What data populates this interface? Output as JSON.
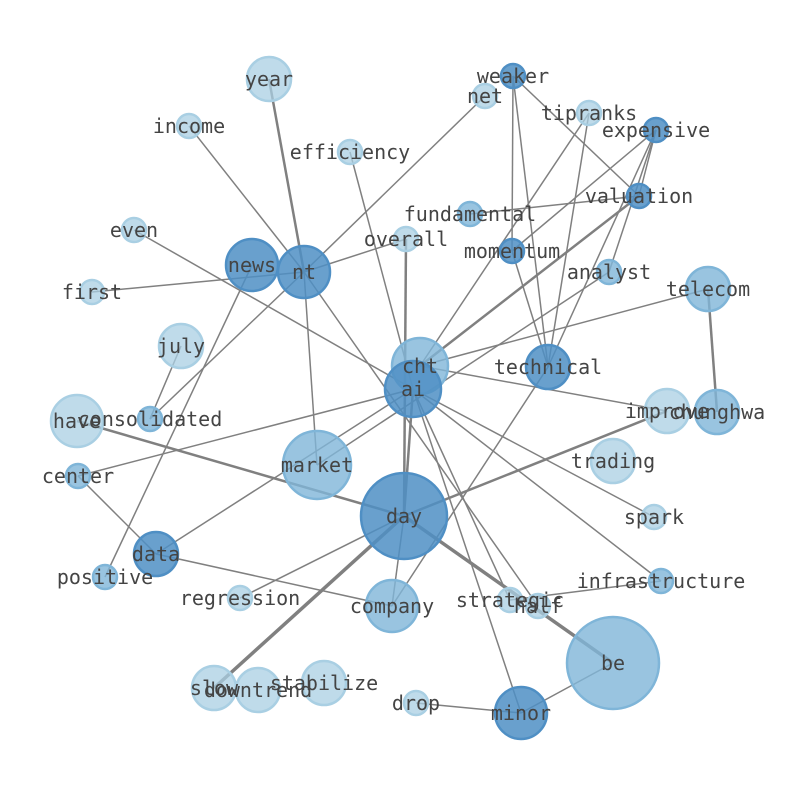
{
  "colors": {
    "edge": "#808080",
    "label": "#444444",
    "shades": {
      "light": "#a9cfe3",
      "mid": "#7fb5d8",
      "dark": "#4f8fc4"
    }
  },
  "nodes": [
    {
      "id": "year",
      "label": "year",
      "weight": 2,
      "shade": "light"
    },
    {
      "id": "weaker",
      "label": "weaker",
      "weight": 1,
      "shade": "dark"
    },
    {
      "id": "net",
      "label": "net",
      "weight": 1,
      "shade": "light"
    },
    {
      "id": "tipranks",
      "label": "tipranks",
      "weight": 1,
      "shade": "light"
    },
    {
      "id": "expensive",
      "label": "expensive",
      "weight": 1,
      "shade": "dark"
    },
    {
      "id": "income",
      "label": "income",
      "weight": 1,
      "shade": "light"
    },
    {
      "id": "efficiency",
      "label": "efficiency",
      "weight": 1,
      "shade": "light"
    },
    {
      "id": "valuation",
      "label": "valuation",
      "weight": 1,
      "shade": "dark"
    },
    {
      "id": "fundamental",
      "label": "fundamental",
      "weight": 1,
      "shade": "mid"
    },
    {
      "id": "even",
      "label": "even",
      "weight": 1,
      "shade": "light"
    },
    {
      "id": "overall",
      "label": "overall",
      "weight": 1,
      "shade": "light"
    },
    {
      "id": "momentum",
      "label": "momentum",
      "weight": 1,
      "shade": "dark"
    },
    {
      "id": "news",
      "label": "news",
      "weight": 3,
      "shade": "dark"
    },
    {
      "id": "nt",
      "label": "nt",
      "weight": 3,
      "shade": "dark"
    },
    {
      "id": "analyst",
      "label": "analyst",
      "weight": 1,
      "shade": "mid"
    },
    {
      "id": "telecom",
      "label": "telecom",
      "weight": 2,
      "shade": "mid"
    },
    {
      "id": "first",
      "label": "first",
      "weight": 1,
      "shade": "light"
    },
    {
      "id": "july",
      "label": "july",
      "weight": 2,
      "shade": "light"
    },
    {
      "id": "cht",
      "label": "cht",
      "weight": 4,
      "shade": "mid"
    },
    {
      "id": "ai",
      "label": "ai",
      "weight": 4,
      "shade": "dark"
    },
    {
      "id": "technical",
      "label": "technical",
      "weight": 2,
      "shade": "dark"
    },
    {
      "id": "have",
      "label": "have",
      "weight": 3,
      "shade": "light"
    },
    {
      "id": "consolidated",
      "label": "consolidated",
      "weight": 1,
      "shade": "mid"
    },
    {
      "id": "improve",
      "label": "improve",
      "weight": 2,
      "shade": "light"
    },
    {
      "id": "chunghwa",
      "label": "chunghwa",
      "weight": 2,
      "shade": "mid"
    },
    {
      "id": "center",
      "label": "center",
      "weight": 1,
      "shade": "mid"
    },
    {
      "id": "market",
      "label": "market",
      "weight": 6,
      "shade": "mid"
    },
    {
      "id": "trading",
      "label": "trading",
      "weight": 2,
      "shade": "light"
    },
    {
      "id": "day",
      "label": "day",
      "weight": 9,
      "shade": "dark"
    },
    {
      "id": "spark",
      "label": "spark",
      "weight": 1,
      "shade": "light"
    },
    {
      "id": "data",
      "label": "data",
      "weight": 2,
      "shade": "dark"
    },
    {
      "id": "positive",
      "label": "positive",
      "weight": 1,
      "shade": "mid"
    },
    {
      "id": "infrastructure",
      "label": "infrastructure",
      "weight": 1,
      "shade": "mid"
    },
    {
      "id": "regression",
      "label": "regression",
      "weight": 1,
      "shade": "light"
    },
    {
      "id": "company",
      "label": "company",
      "weight": 3,
      "shade": "mid"
    },
    {
      "id": "strategic",
      "label": "strategic",
      "weight": 1,
      "shade": "light"
    },
    {
      "id": "half",
      "label": "half",
      "weight": 1,
      "shade": "light"
    },
    {
      "id": "be",
      "label": "be",
      "weight": 10,
      "shade": "mid"
    },
    {
      "id": "slow",
      "label": "slow",
      "weight": 2,
      "shade": "light"
    },
    {
      "id": "downtrend",
      "label": "downtrend",
      "weight": 2,
      "shade": "light"
    },
    {
      "id": "stabilize",
      "label": "stabilize",
      "weight": 2,
      "shade": "light"
    },
    {
      "id": "drop",
      "label": "drop",
      "weight": 1,
      "shade": "light"
    },
    {
      "id": "minor",
      "label": "minor",
      "weight": 3,
      "shade": "dark"
    }
  ],
  "edges": [
    {
      "source": "year",
      "target": "nt",
      "strength": 2
    },
    {
      "source": "income",
      "target": "nt",
      "strength": 1
    },
    {
      "source": "nt",
      "target": "net",
      "strength": 1
    },
    {
      "source": "nt",
      "target": "first",
      "strength": 1
    },
    {
      "source": "nt",
      "target": "overall",
      "strength": 1
    },
    {
      "source": "nt",
      "target": "market",
      "strength": 1
    },
    {
      "source": "nt",
      "target": "half",
      "strength": 1
    },
    {
      "source": "nt",
      "target": "consolidated",
      "strength": 1
    },
    {
      "source": "news",
      "target": "positive",
      "strength": 1
    },
    {
      "source": "weaker",
      "target": "momentum",
      "strength": 1
    },
    {
      "source": "weaker",
      "target": "technical",
      "strength": 1
    },
    {
      "source": "weaker",
      "target": "valuation",
      "strength": 1
    },
    {
      "source": "tipranks",
      "target": "technical",
      "strength": 1
    },
    {
      "source": "tipranks",
      "target": "cht",
      "strength": 1
    },
    {
      "source": "expensive",
      "target": "valuation",
      "strength": 1
    },
    {
      "source": "expensive",
      "target": "momentum",
      "strength": 1
    },
    {
      "source": "expensive",
      "target": "analyst",
      "strength": 1
    },
    {
      "source": "expensive",
      "target": "technical",
      "strength": 1
    },
    {
      "source": "valuation",
      "target": "fundamental",
      "strength": 1
    },
    {
      "source": "valuation",
      "target": "cht",
      "strength": 2
    },
    {
      "source": "momentum",
      "target": "technical",
      "strength": 1
    },
    {
      "source": "efficiency",
      "target": "ai",
      "strength": 1
    },
    {
      "source": "even",
      "target": "ai",
      "strength": 1
    },
    {
      "source": "overall",
      "target": "day",
      "strength": 2
    },
    {
      "source": "analyst",
      "target": "market",
      "strength": 1
    },
    {
      "source": "telecom",
      "target": "chunghwa",
      "strength": 2
    },
    {
      "source": "telecom",
      "target": "cht",
      "strength": 1
    },
    {
      "source": "july",
      "target": "consolidated",
      "strength": 1
    },
    {
      "source": "cht",
      "target": "improve",
      "strength": 1
    },
    {
      "source": "ai",
      "target": "center",
      "strength": 1
    },
    {
      "source": "ai",
      "target": "data",
      "strength": 1
    },
    {
      "source": "ai",
      "target": "day",
      "strength": 2
    },
    {
      "source": "ai",
      "target": "spark",
      "strength": 1
    },
    {
      "source": "ai",
      "target": "infrastructure",
      "strength": 1
    },
    {
      "source": "ai",
      "target": "minor",
      "strength": 1
    },
    {
      "source": "ai",
      "target": "strategic",
      "strength": 1
    },
    {
      "source": "technical",
      "target": "company",
      "strength": 1
    },
    {
      "source": "have",
      "target": "day",
      "strength": 2
    },
    {
      "source": "center",
      "target": "data",
      "strength": 1
    },
    {
      "source": "day",
      "target": "improve",
      "strength": 2
    },
    {
      "source": "day",
      "target": "be",
      "strength": 3
    },
    {
      "source": "day",
      "target": "slow",
      "strength": 3
    },
    {
      "source": "day",
      "target": "company",
      "strength": 1
    },
    {
      "source": "day",
      "target": "regression",
      "strength": 1
    },
    {
      "source": "data",
      "target": "company",
      "strength": 1
    },
    {
      "source": "infrastructure",
      "target": "strategic",
      "strength": 1
    },
    {
      "source": "drop",
      "target": "minor",
      "strength": 1
    },
    {
      "source": "minor",
      "target": "be",
      "strength": 1
    }
  ]
}
